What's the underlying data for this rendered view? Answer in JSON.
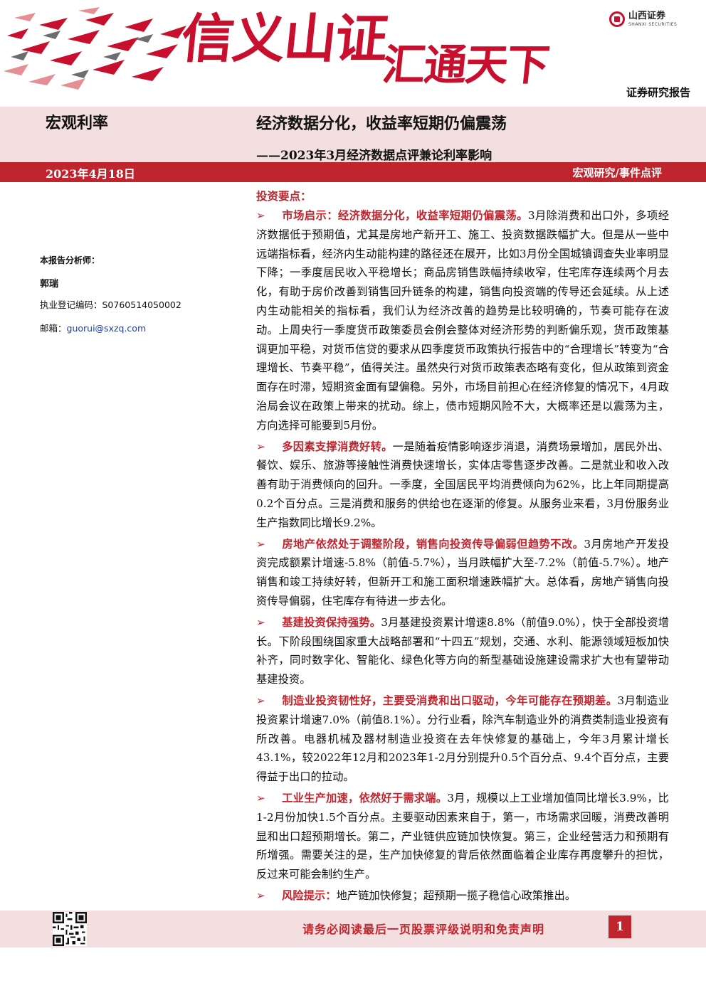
{
  "header": {
    "slogan_part1": "信义山证",
    "slogan_part2": "汇通天下",
    "logo_cn": "山西证券",
    "logo_en": "SHANXI SECURITIES",
    "doc_type": "证券研究报告"
  },
  "title_band": {
    "category": "宏观利率",
    "main_title": "经济数据分化，收益率短期仍偏震荡",
    "sub_title": "——2023年3月经济数据点评兼论利率影响"
  },
  "date_bar": {
    "date": "2023年4月18日",
    "report_kind": "宏观研究/事件点评"
  },
  "analyst": {
    "heading": "本报告分析师：",
    "name": "郭瑞",
    "license": "执业登记编码：S0760514050002",
    "email_label": "邮箱：",
    "email": "guorui@sxzq.com"
  },
  "content": {
    "heading": "投资要点：",
    "bullet_symbol": "➢",
    "points": [
      {
        "lead": "市场启示：经济数据分化，收益率短期仍偏震荡。",
        "text": "3月除消费和出口外，多项经济数据低于预期值，尤其是房地产新开工、施工、投资数据跌幅扩大。但是从一些中远端指标看，经济内生动能构建的路径还在展开，比如3月份全国城镇调查失业率明显下降；一季度居民收入平稳增长；商品房销售跌幅持续收窄，住宅库存连续两个月去化，有助于房价改善到销售回升链条的构建，销售向投资端的传导还会延续。从上述内生动能相关的指标看，我们认为经济改善的趋势是比较明确的，节奏可能存在波动。上周央行一季度货币政策委员会例会整体对经济形势的判断偏乐观，货币政策基调更加平稳，对货币信贷的要求从四季度货币政策执行报告中的“合理增长”转变为“合理增长、节奏平稳”，值得关注。虽然央行对货币政策表态略有变化，但从政策到资金面存在时滞，短期资金面有望偏稳。另外，市场目前担心在经济修复的情况下，4月政治局会议在政策上带来的扰动。综上，债市短期风险不大，大概率还是以震荡为主，方向选择可能要到5月份。"
      },
      {
        "lead": "多因素支撑消费好转。",
        "text": "一是随着疫情影响逐步消退，消费场景增加，居民外出、餐饮、娱乐、旅游等接触性消费快速增长，实体店零售逐步改善。二是就业和收入改善有助于消费倾向的回升。一季度，全国居民平均消费倾向为62%，比上年同期提高0.2个百分点。三是消费和服务的供给也在逐渐的修复。从服务业来看，3月份服务业生产指数同比增长9.2%。"
      },
      {
        "lead": "房地产依然处于调整阶段，销售向投资传导偏弱但趋势不改。",
        "text": "3月房地产开发投资完成额累计增速-5.8%（前值-5.7%），当月跌幅扩大至-7.2%（前值-5.7%）。地产销售和竣工持续好转，但新开工和施工面积增速跌幅扩大。总体看，房地产销售向投资传导偏弱，住宅库存有待进一步去化。"
      },
      {
        "lead": "基建投资保持强势。",
        "text": "3月基建投资累计增速8.8%（前值9.0%），快于全部投资增长。下阶段围绕国家重大战略部署和“十四五”规划，交通、水利、能源领域短板加快补齐，同时数字化、智能化、绿色化等方向的新型基础设施建设需求扩大也有望带动基建投资。"
      },
      {
        "lead": "制造业投资韧性好，主要受消费和出口驱动，今年可能存在预期差。",
        "text": "3月制造业投资累计增速7.0%（前值8.1%）。分行业看，除汽车制造业外的消费类制造业投资有所改善。电器机械及器材制造业投资在去年快修复的基础上，今年3月累计增长43.1%，较2022年12月和2023年1-2月分别提升0.5个百分点、9.4个百分点，主要得益于出口的拉动。"
      },
      {
        "lead": "工业生产加速，依然好于需求端。",
        "text": "3月，规模以上工业增加值同比增长3.9%，比1-2月份加快1.5个百分点。主要驱动因素来自于，第一，市场需求回暖，消费改善明显和出口超预期增长。第二，产业链供应链加快恢复。第三，企业经营活力和预期有所增强。需要关注的是，生产加快修复的背后依然面临着企业库存再度攀升的担忧，反过来可能会制约生产。"
      },
      {
        "lead": "风险提示：",
        "text": "地产链加快修复；超预期一揽子稳信心政策推出。"
      }
    ]
  },
  "footer": {
    "note": "请务必阅读最后一页股票评级说明和免责声明",
    "page_number": "1"
  },
  "colors": {
    "brand_red": "#c0252e",
    "band_pink": "#f3dfe0"
  }
}
